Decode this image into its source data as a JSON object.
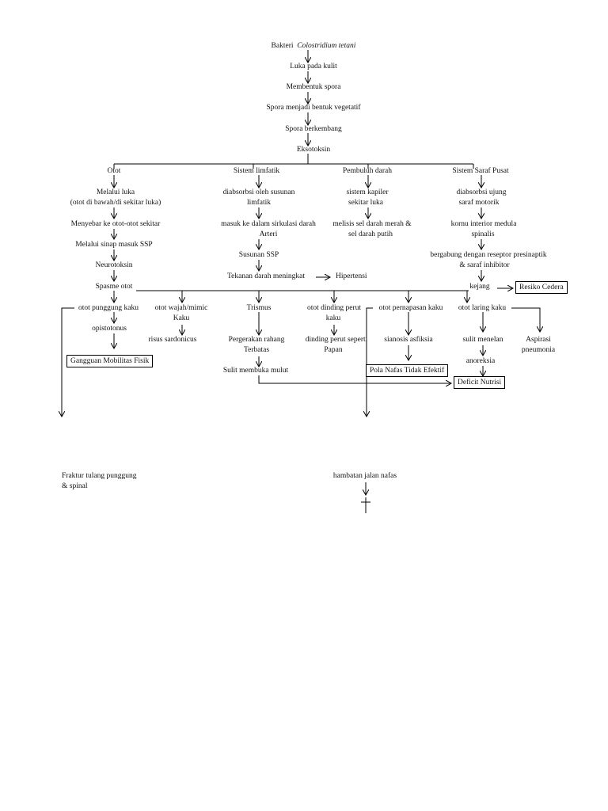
{
  "title": {
    "prefix": "Bakteri",
    "species": "Colostridium tetani"
  },
  "chain": {
    "wound": "Luka pada kulit",
    "spores": "Membentuk spora",
    "vegetative": "Spora menjadi bentuk vegetatif",
    "develop": "Spora berkembang",
    "exotoxin": "Eksotoksin"
  },
  "branches": {
    "muscle": {
      "head": "Otot",
      "via_wound_1": "Melalui luka",
      "via_wound_2": "(otot di bawah/di sekitar luka)",
      "spread": "Menyebar ke otot-otot sekitar",
      "synapse": "Melalui sinap masuk SSP",
      "neurotoxin": "Neurotoksin",
      "spasm": "Spasme otot"
    },
    "lymph": {
      "head": "Sistem limfatik",
      "absorbed_1": "diabsorbsi oleh susunan",
      "absorbed_2": "limfatik",
      "circ_1": "masuk ke dalam sirkulasi darah",
      "circ_2": "Arteri",
      "cns": "Susunan SSP",
      "bp": "Tekanan darah meningkat",
      "hypertension": "Hipertensi"
    },
    "blood": {
      "head": "Pembuluh darah",
      "cap_1": "sistem kapiler",
      "cap_2": "sekitar luka",
      "lysis_1": "melisis sel darah merah &",
      "lysis_2": "sel darah putih"
    },
    "cns": {
      "head": "Sistem Saraf Pusat",
      "abs_1": "diabsorbsi ujung",
      "abs_2": "saraf motorik",
      "horn_1": "kornu interior medula",
      "horn_2": "spinalis",
      "bind_1": "bergabung dengan reseptor presinaptik",
      "bind_2": "& saraf  inhibitor",
      "seizure": "kejang",
      "injury_risk": "Resiko Cedera"
    }
  },
  "effects": {
    "back": "otot punggung kaku",
    "opisthotonus": "opistotonus",
    "mobility": "Gangguan Mobilitas Fisik",
    "face_1": "otot wajah/mimic",
    "face_2": "Kaku",
    "risus": "risus sardonicus",
    "trismus": "Trismus",
    "jaw_1": "Pergerakan rahang",
    "jaw_2": "Terbatas",
    "mouth": "Sulit membuka mulut",
    "abd_1": "otot dinding perut",
    "abd_2": "kaku",
    "board_1": "dinding perut seperti",
    "board_2": "Papan",
    "resp": "otot pernapasan kaku",
    "cyanosis": "sianosis asfiksia",
    "breathing": "Pola Nafas Tidak Efektif",
    "larynx": "otot laring kaku",
    "swallow": "sulit menelan",
    "anorexia": "anoreksia",
    "nutrition": "Deficit Nutrisi",
    "asp_1": "Aspirasi",
    "asp_2": "pneumonia",
    "fracture_1": "Fraktur tulang punggung",
    "fracture_2": "& spinal",
    "airway": "hambatan jalan nafas"
  }
}
